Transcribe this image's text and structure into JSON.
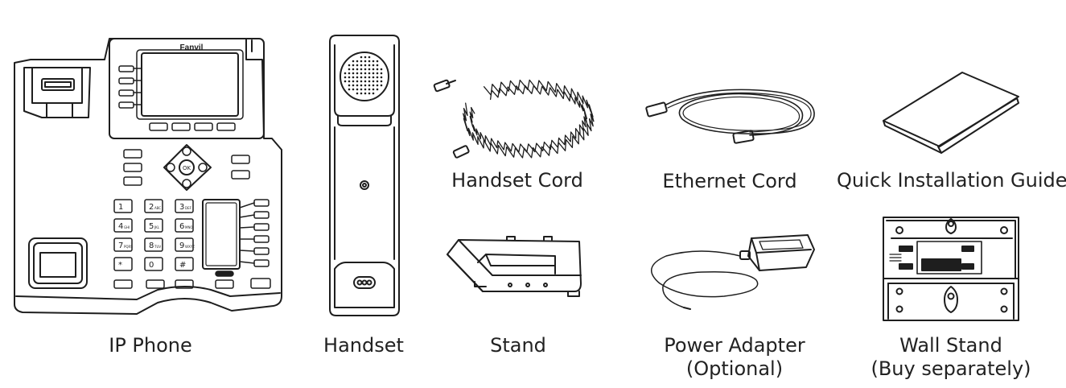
{
  "phone": {
    "brand": "Fanvil",
    "caption": "IP Phone",
    "keypad": [
      [
        "1",
        ""
      ],
      [
        "2",
        "ABC"
      ],
      [
        "3",
        "DEF"
      ],
      [
        "4",
        "GHI"
      ],
      [
        "5",
        "JKL"
      ],
      [
        "6",
        "MNO"
      ],
      [
        "7",
        "PQRS"
      ],
      [
        "8",
        "TUV"
      ],
      [
        "9",
        "WXYZ"
      ],
      [
        "*",
        ""
      ],
      [
        "0",
        ""
      ],
      [
        "#",
        ""
      ]
    ],
    "ok_label": "OK"
  },
  "handset": {
    "caption": "Handset"
  },
  "handset_cord": {
    "caption": "Handset Cord"
  },
  "ethernet_cord": {
    "caption": "Ethernet Cord"
  },
  "guide": {
    "caption": "Quick Installation Guide"
  },
  "stand": {
    "caption": "Stand"
  },
  "power_adapter": {
    "caption_line1": "Power Adapter",
    "caption_line2": "(Optional)"
  },
  "wall_stand": {
    "caption_line1": "Wall Stand",
    "caption_line2": "(Buy separately)"
  }
}
